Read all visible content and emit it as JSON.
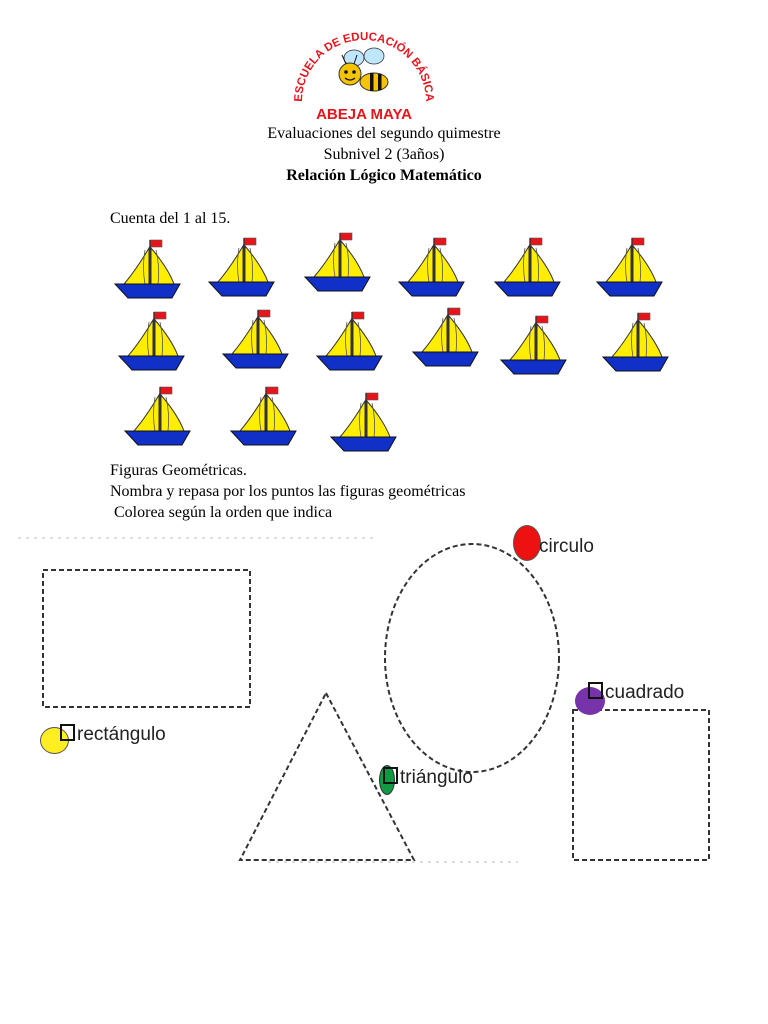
{
  "logo": {
    "arc_text": "ESCUELA DE EDUCACIÓN BÁSICA",
    "name": "ABEJA MAYA",
    "colors": {
      "arc": "#e8141b",
      "name": "#e8141b",
      "bee_body": "#f5c400",
      "bee_stripe": "#111111"
    }
  },
  "header": {
    "line1": "Evaluaciones del segundo quimestre",
    "line2": "Subnivel 2 (3años)",
    "line3": "Relación Lógico Matemático"
  },
  "counting": {
    "instruction": "Cuenta del 1 al 15.",
    "boat_count": 15,
    "colors": {
      "sail": "#ffee00",
      "hull": "#1030c8",
      "flag": "#e8141b"
    }
  },
  "geometry": {
    "title": "Figuras Geométricas.",
    "instruction1": "Nombra y repasa por los puntos las figuras geométricas",
    "instruction2": " Colorea según la orden que indica",
    "shapes": {
      "circle": {
        "label": "circulo",
        "color": "#ee1111"
      },
      "rectangle": {
        "label": "rectángulo",
        "color": "#ffee22"
      },
      "triangle": {
        "label": "triángulo",
        "color": "#119944"
      },
      "square": {
        "label": "cuadrado",
        "color": "#7733aa"
      }
    }
  }
}
